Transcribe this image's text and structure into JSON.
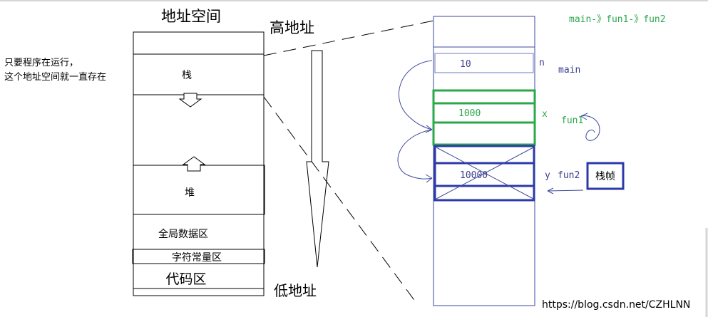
{
  "left": {
    "title": "地址空间",
    "high_label": "高地址",
    "low_label": "低地址",
    "note_line1": "只要程序在运行，",
    "note_line2": "这个地址空间就一直存在",
    "segments": {
      "stack": "栈",
      "heap": "堆",
      "global": "全局数据区",
      "const": "字符常量区",
      "code": "代码区"
    }
  },
  "right": {
    "call_chain": "main-》fun1-》fun2",
    "frames": [
      {
        "value": "10",
        "var": "n",
        "func": "main"
      },
      {
        "value": "1000",
        "var": "x",
        "func": "fun1"
      },
      {
        "value": "10000",
        "var": "y",
        "func": "fun2"
      }
    ],
    "frame_box_label": "栈帧"
  },
  "watermark": "https://blog.csdn.net/CZHLNN",
  "colors": {
    "main_frame": "#6e7bc0",
    "fun1_frame": "#2aa84a",
    "fun2_frame": "#2b3aa8",
    "call_chain": "#2aa84a",
    "stack_text": "#3a3f8f",
    "watermark": "#c8c8c8"
  }
}
